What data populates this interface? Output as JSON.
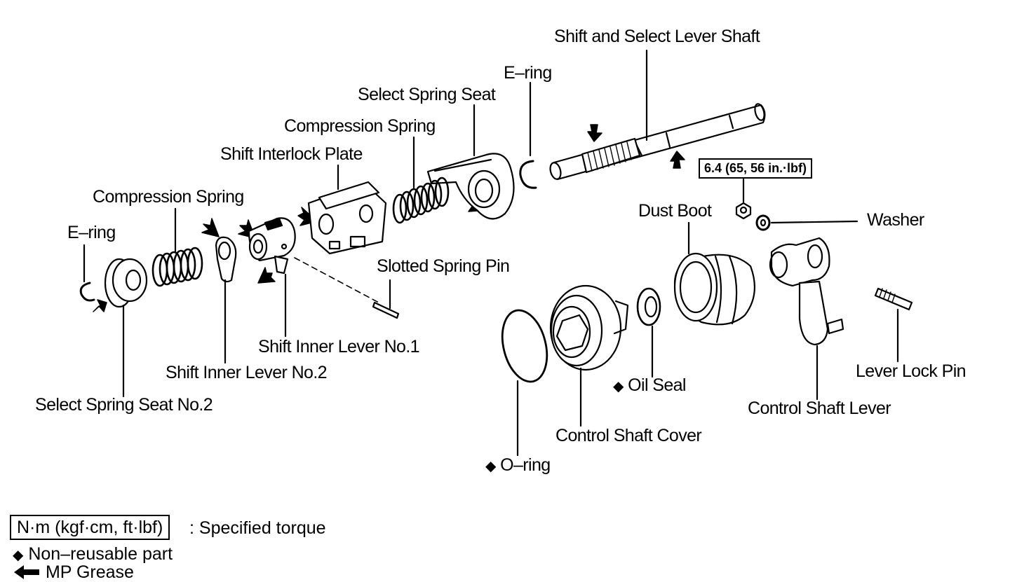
{
  "labels": {
    "shift_select_lever_shaft": "Shift and Select Lever Shaft",
    "e_ring_right": "E–ring",
    "select_spring_seat": "Select Spring Seat",
    "compression_spring_upper": "Compression Spring",
    "shift_interlock_plate": "Shift Interlock Plate",
    "compression_spring_lower": "Compression Spring",
    "e_ring_left": "E–ring",
    "slotted_spring_pin": "Slotted Spring Pin",
    "shift_inner_lever_no1": "Shift Inner Lever No.1",
    "shift_inner_lever_no2": "Shift Inner Lever No.2",
    "select_spring_seat_no2": "Select Spring Seat No.2",
    "dust_boot": "Dust Boot",
    "washer": "Washer",
    "oil_seal": "Oil Seal",
    "lever_lock_pin": "Lever Lock Pin",
    "control_shaft_lever": "Control Shaft Lever",
    "control_shaft_cover": "Control Shaft Cover",
    "o_ring": "O–ring"
  },
  "torque_spec": "6.4 (65, 56 in.·lbf)",
  "legend": {
    "torque_unit": "N·m (kgf·cm, ft·lbf)",
    "torque_desc": ": Specified torque",
    "nonreusable": "Non–reusable part",
    "grease": "MP Grease"
  },
  "symbols": {
    "diamond": "◆"
  }
}
